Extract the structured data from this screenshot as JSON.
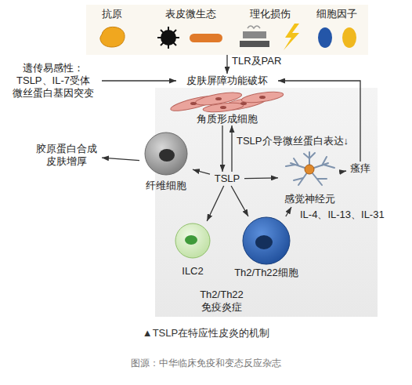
{
  "diagram": {
    "caption": "▲TSLP在特应性皮炎的机制",
    "nodes": [
      {
        "text": [
          "抗原",
          "表皮微生态",
          "理化损伤",
          "细胞因子"
        ]
      },
      {
        "text": [
          "遗传易感性：",
          "TSLP、IL-7受体 微丝蛋白基因突变"
        ]
      },
      {
        "text": [
          "皮肤屏障功能破坏"
        ]
      },
      {
        "text": [
          "角质形成细胞"
        ]
      },
      {
        "text": [
          "TSLP"
        ]
      },
      {
        "text": [
          "纤维细胞"
        ]
      },
      {
        "text": [
          "胶原蛋白合成 皮肤增厚"
        ]
      },
      {
        "text": [
          "感觉神经元"
        ]
      },
      {
        "text": [
          "瘙痒"
        ]
      },
      {
        "text": [
          "ILC2"
        ]
      },
      {
        "text": [
          "Th2/Th22细胞"
        ]
      }
    ],
    "edges": [
      {
        "from": 0,
        "to": 2,
        "arrow": "to",
        "label": "TLR及PAR"
      },
      {
        "from": 1,
        "to": 2,
        "arrow": "to"
      },
      {
        "from": 3,
        "to": 4,
        "arrow": "to"
      },
      {
        "from": 4,
        "to": 3,
        "arrow": "to",
        "label": "TSLP介导微丝蛋白表达↓"
      },
      {
        "from": 4,
        "to": 5,
        "arrow": "to"
      },
      {
        "from": 5,
        "to": 6,
        "arrow": "to"
      },
      {
        "from": 4,
        "to": 7,
        "arrow": "to"
      },
      {
        "from": 7,
        "to": 8,
        "arrow": "to"
      },
      {
        "from": 8,
        "to": 2,
        "arrow": "to"
      },
      {
        "from": 4,
        "to": 9,
        "arrow": "to"
      },
      {
        "from": 4,
        "to": 10,
        "arrow": "to"
      },
      {
        "from": 10,
        "to": 7,
        "arrow": "to"
      }
    ],
    "labels": [
      "IL-4、IL-13、IL-31",
      "Th2/Th22 免疫炎症",
      "图源：中华临床免疫和变态反应杂志"
    ]
  }
}
